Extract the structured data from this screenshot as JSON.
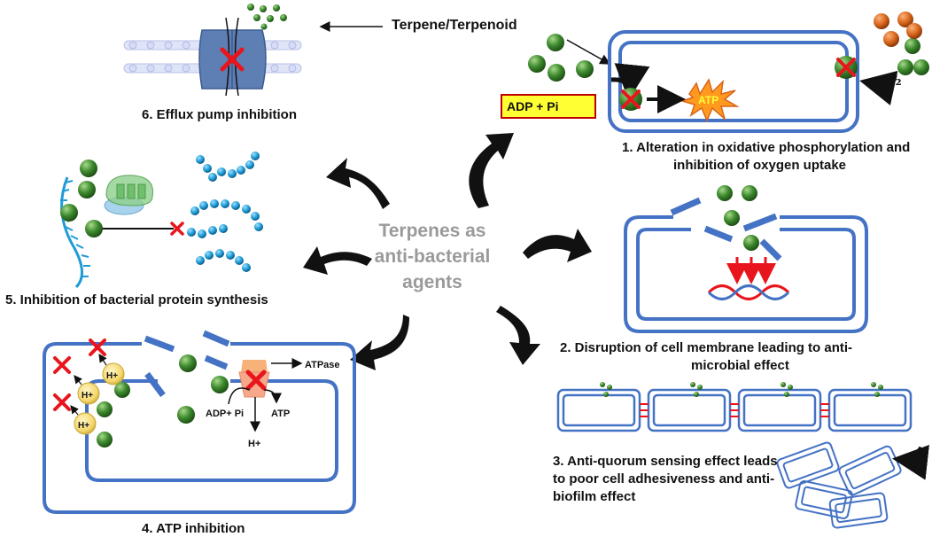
{
  "diagram": {
    "center": {
      "line1": "Terpenes as",
      "line2": "anti-bacterial",
      "line3": "agents"
    },
    "top_label": "Terpene/Terpenoid",
    "mechanisms": {
      "m1": {
        "line1": "1. Alteration in oxidative phosphorylation and",
        "line2": "inhibition of oxygen uptake"
      },
      "m2": {
        "line1": "2. Disruption of cell membrane leading to anti-",
        "line2": "microbial effect"
      },
      "m3": {
        "line1": "3. Anti-quorum sensing effect leads",
        "line2": "to poor cell adhesiveness and anti-",
        "line3": "biofilm effect"
      },
      "m4": {
        "line1": "4. ATP inhibition"
      },
      "m5": {
        "line1": "5. Inhibition of bacterial protein synthesis"
      },
      "m6": {
        "line1": "6. Efflux pump inhibition"
      }
    },
    "oxphos": {
      "adp_pi": "ADP + Pi",
      "atp": "ATP",
      "oxygen": "o₂"
    },
    "atp_panel": {
      "proton": "H+",
      "atpase": "ATPase",
      "adp_pi": "ADP+ Pi",
      "atp": "ATP",
      "proton_out": "H+"
    },
    "colors": {
      "membrane": "#4472c4",
      "terpene": "#3d8a2e",
      "inhibit": "#e8161c",
      "oxygen": "#d9651c",
      "atp_star": "#ff9a1f",
      "amino": "#1f9bd6",
      "proton": "#f5d76e"
    },
    "icons": [
      "inhibition-x-icon",
      "curved-arrow-icon",
      "dna-helix-icon",
      "ribosome-icon",
      "efflux-pump-icon"
    ]
  }
}
